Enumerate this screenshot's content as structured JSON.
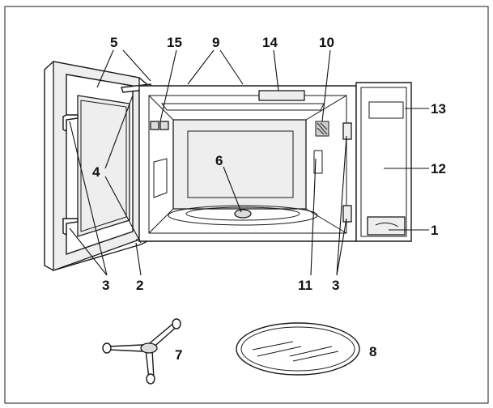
{
  "diagram": {
    "callouts": {
      "c1": "1",
      "c2": "2",
      "c3_left": "3",
      "c3_right": "3",
      "c4": "4",
      "c5": "5",
      "c6": "6",
      "c7": "7",
      "c8": "8",
      "c9": "9",
      "c10": "10",
      "c11": "11",
      "c12": "12",
      "c13": "13",
      "c14": "14",
      "c15": "15"
    }
  }
}
